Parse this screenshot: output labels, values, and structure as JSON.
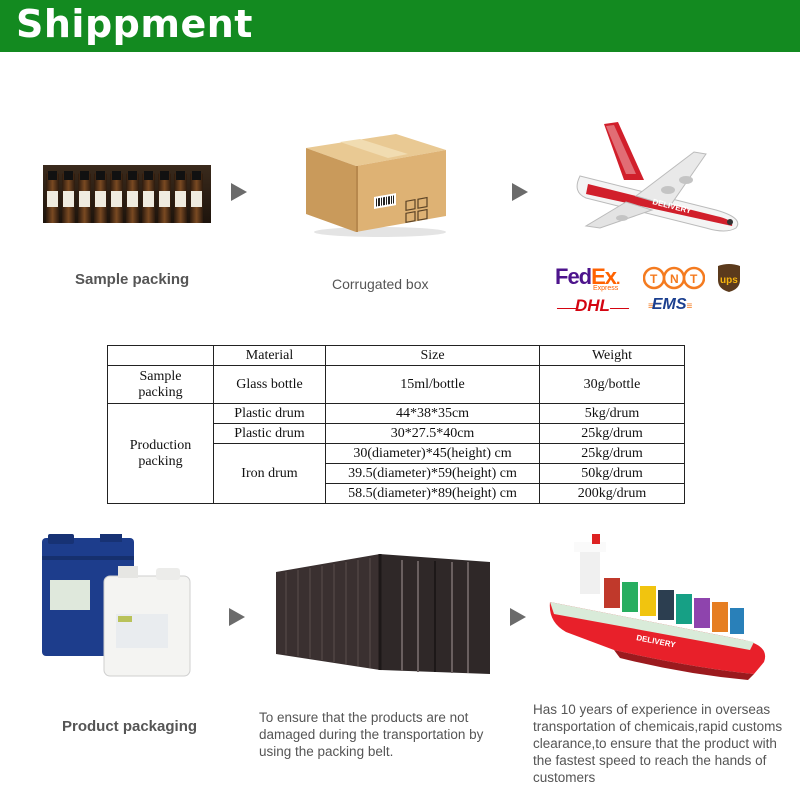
{
  "banner": {
    "title": "Shippment"
  },
  "top_row": {
    "sample_caption": "Sample packing",
    "box_caption": "Corrugated box",
    "carriers": [
      "FedEx",
      "Express",
      "TNT",
      "ups",
      "DHL",
      "EMS"
    ]
  },
  "table": {
    "headers": [
      "",
      "Material",
      "Size",
      "Weight"
    ],
    "sample_label": "Sample packing",
    "production_label": "Production packing",
    "rows": [
      {
        "material": "Glass bottle",
        "size": "15ml/bottle",
        "weight": "30g/bottle"
      },
      {
        "material": "Plastic drum",
        "size": "44*38*35cm",
        "weight": "5kg/drum"
      },
      {
        "material": "Plastic drum",
        "size": "30*27.5*40cm",
        "weight": "25kg/drum"
      },
      {
        "material": "Iron drum",
        "size": "30(diameter)*45(height) cm",
        "weight": "25kg/drum"
      },
      {
        "material": "",
        "size": "39.5(diameter)*59(height) cm",
        "weight": "50kg/drum"
      },
      {
        "material": "",
        "size": "58.5(diameter)*89(height) cm",
        "weight": "200kg/drum"
      }
    ]
  },
  "bottom_row": {
    "product_caption": "Product packaging",
    "container_desc": "To ensure that the products are not damaged during the transportation by using the packing belt.",
    "ship_desc": "Has 10 years of experience in overseas transportation of chemicais,rapid customs clearance,to ensure that the product with the fastest speed to reach the hands of customers"
  },
  "colors": {
    "banner": "#138a20",
    "fedex_purple": "#4d148c",
    "fedex_orange": "#ff6200",
    "tnt_orange": "#f47b20",
    "ups_brown": "#5b3a1c",
    "dhl_red": "#d40511",
    "ems_blue": "#1b3f8f"
  }
}
